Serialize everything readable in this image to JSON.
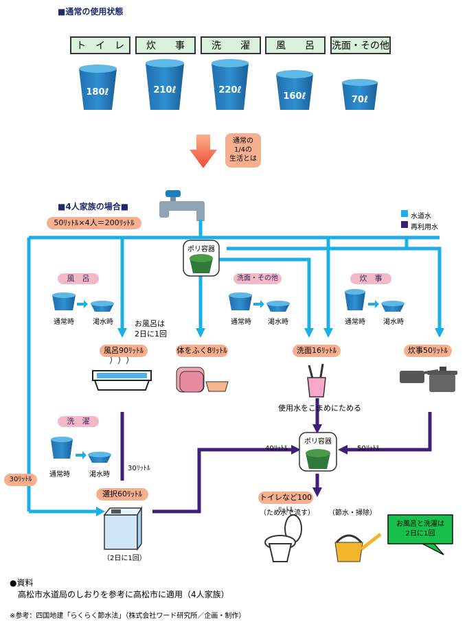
{
  "section_normal": "■通常の使用状態",
  "usage_categories": [
    {
      "label": "ト　イ　レ",
      "amount": "180ℓ"
    },
    {
      "label": "炊　　事",
      "amount": "210ℓ"
    },
    {
      "label": "洗　　濯",
      "amount": "220ℓ"
    },
    {
      "label": "風　　呂",
      "amount": "160ℓ"
    },
    {
      "label": "洗面・その他",
      "amount": "70ℓ"
    }
  ],
  "quarter_note": [
    "通常の",
    "1/4の",
    "生活とは"
  ],
  "section_family": "■4人家族の場合■",
  "family_calc": "50ﾘｯﾄﾙ×4人＝200ﾘｯﾄﾙ",
  "legend": {
    "tap": "水道水",
    "reuse": "再利用水",
    "tap_color": "#1ab0e6",
    "reuse_color": "#3d1f7a"
  },
  "poly_container": "ポリ容器",
  "groups": {
    "bath": "風　呂",
    "wash_face": "洗面・その他",
    "cooking": "炊　事",
    "laundry": "洗　濯"
  },
  "normal_time": "通常時",
  "drought_time": "渇水時",
  "bath_note": [
    "お風呂は",
    "2日に1回"
  ],
  "uses": {
    "bath": "風呂90ﾘｯﾄﾙ",
    "body": "体をふく8ﾘｯﾄﾙ",
    "face": "洗面16ﾘｯﾄﾙ",
    "cook": "炊事50ﾘｯﾄﾙ",
    "laundry": "選択60ﾘｯﾄﾙ",
    "toilet": "トイレなど100ﾘｯﾄﾙ"
  },
  "save_note": "使用水をこまめにためる",
  "flows": {
    "f40": "40ﾘｯﾄﾙ",
    "f50": "50ﾘｯﾄﾙ",
    "f30a": "30ﾘｯﾄﾙ",
    "f30b": "30ﾘｯﾄﾙ"
  },
  "toilet_sub": "（ため水で流す）",
  "clean_sub": "（節水・掃除）",
  "laundry_freq": "（2日に1回）",
  "callout": [
    "お風呂と洗濯は",
    "2日に1回"
  ],
  "source_title": "●資料",
  "source_text": "高松市水道局のしおりを参考に高松市に適用（4人家族）",
  "reference": "※参考：四国地建「らくらく節水法」（株式会社ワード研究所／企画・制作）"
}
